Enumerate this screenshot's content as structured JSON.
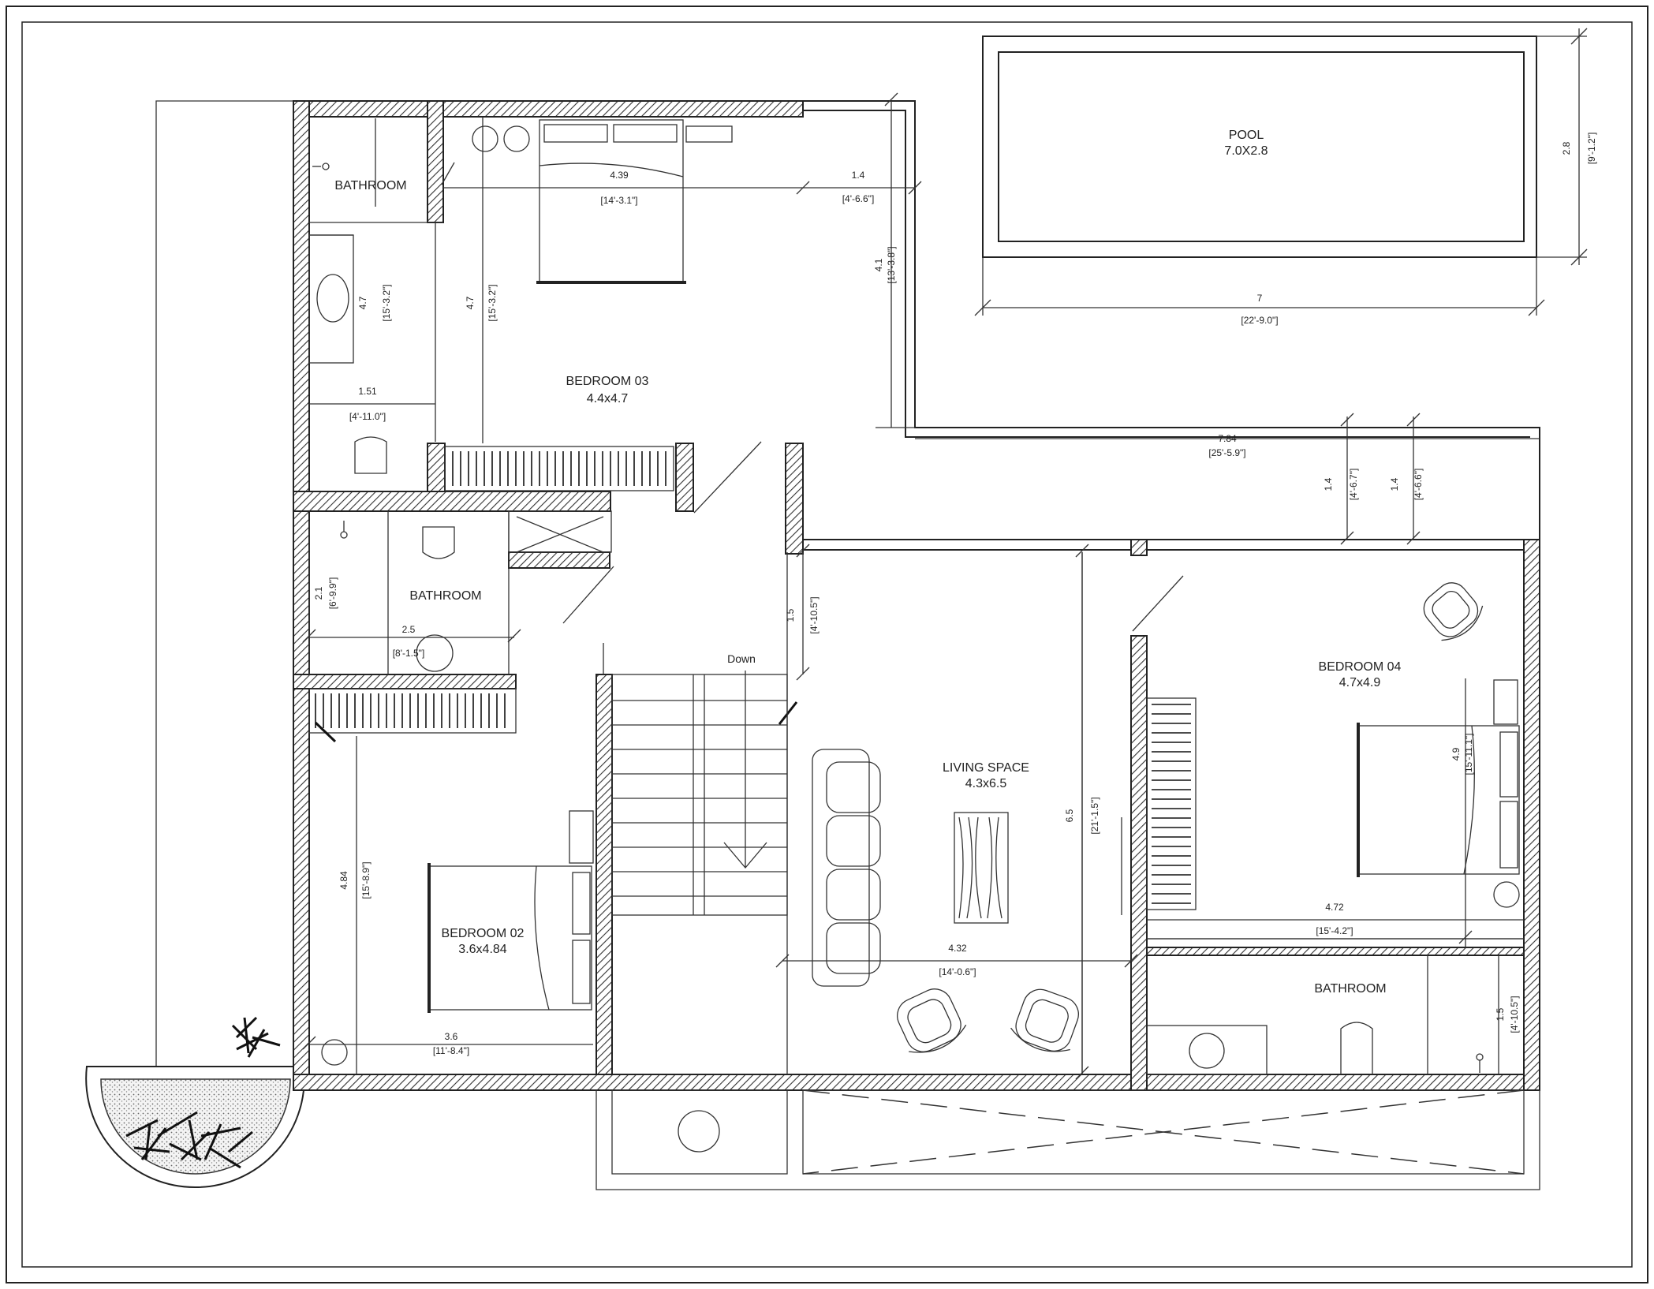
{
  "rooms": {
    "pool": {
      "name": "POOL",
      "size": "7.0X2.8"
    },
    "bedroom03": {
      "name": "BEDROOM 03",
      "size": "4.4x4.7"
    },
    "bedroom02": {
      "name": "BEDROOM 02",
      "size": "3.6x4.84"
    },
    "bedroom04": {
      "name": "BEDROOM 04",
      "size": "4.7x4.9"
    },
    "living": {
      "name": "LIVING SPACE",
      "size": "4.3x6.5"
    },
    "bathroom_a": {
      "name": "BATHROOM"
    },
    "bathroom_b": {
      "name": "BATHROOM"
    },
    "bathroom_c": {
      "name": "BATHROOM"
    },
    "stairs": {
      "label": "Down"
    }
  },
  "dimensions": {
    "pool_w": "7",
    "pool_w_ft": "[22'-9.0\"]",
    "pool_h": "2.8",
    "pool_h_ft": "[9'-1.2\"]",
    "b3_w": "4.39",
    "b3_w_ft": "[14'-3.1\"]",
    "corr_w": "1.4",
    "corr_w_ft": "[4'-6.6\"]",
    "corr_h": "4.1",
    "corr_h_ft": "[13'-3.8\"]",
    "b3_h": "4.7",
    "b3_h_ft": "[15'-3.2\"]",
    "bath1_h": "4.7",
    "bath1_h_ft": "[15'-3.2\"]",
    "bath1_w": "1.51",
    "bath1_w_ft": "[4'-11.0\"]",
    "terrace_w": "7.84",
    "terrace_w_ft": "[25'-5.9\"]",
    "terrace_h1": "1.4",
    "terrace_h1_ft": "[4'-6.7\"]",
    "terrace_h2": "1.4",
    "terrace_h2_ft": "[4'-6.6\"]",
    "bath2_h": "2.1",
    "bath2_h_ft": "[6'-9.9\"]",
    "bath2_w": "2.5",
    "bath2_w_ft": "[8'-1.5\"]",
    "hall_h": "1.5",
    "hall_h_ft": "[4'-10.5\"]",
    "b2_h": "4.84",
    "b2_h_ft": "[15'-8.9\"]",
    "b2_w": "3.6",
    "b2_w_ft": "[11'-8.4\"]",
    "living_w": "4.32",
    "living_w_ft": "[14'-0.6\"]",
    "living_h": "6.5",
    "living_h_ft": "[21'-1.5\"]",
    "b4_w": "4.72",
    "b4_w_ft": "[15'-4.2\"]",
    "b4_h": "4.9",
    "b4_h_ft": "[15'-11.1\"]",
    "bath3_h": "1.5",
    "bath3_h_ft": "[4'-10.5\"]"
  },
  "style": {
    "line_color": "#222222",
    "background": "#ffffff"
  }
}
